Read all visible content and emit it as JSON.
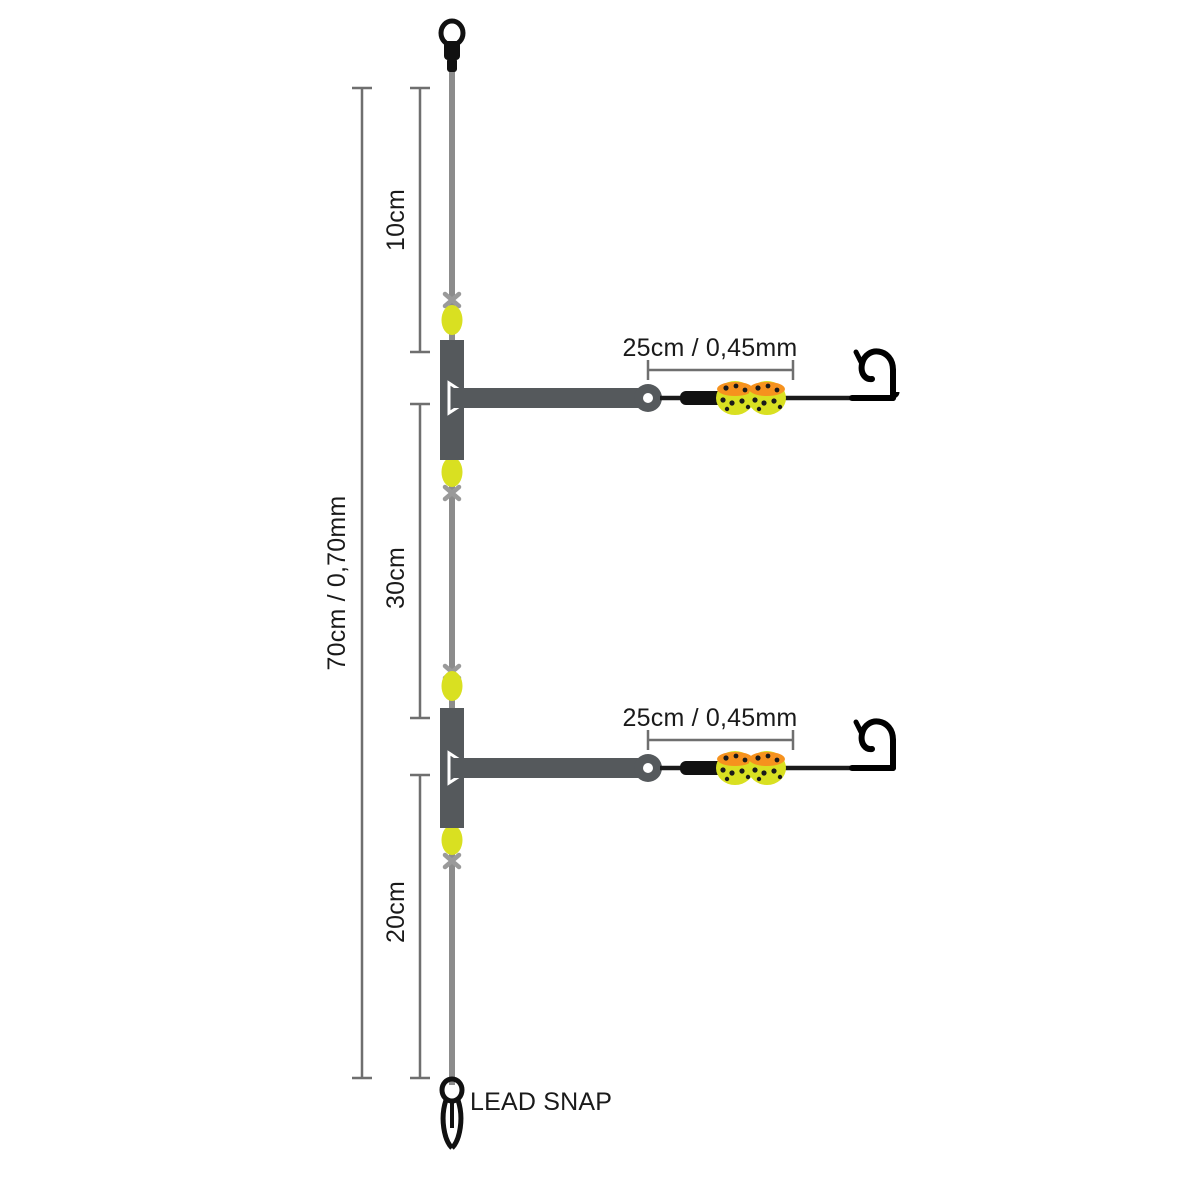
{
  "diagram": {
    "title": "fishing-rig-schematic",
    "colors": {
      "line": "#8c8c8c",
      "boom": "#55595c",
      "dark": "#1a1a1a",
      "bead_yellow": "#d9e021",
      "bead_orange": "#f6921e",
      "hook": "#000000",
      "text": "#1a1a1a"
    },
    "labels": {
      "total": "70cm / 0,70mm",
      "seg_top": "10cm",
      "seg_mid": "30cm",
      "seg_bottom": "20cm",
      "snood_upper": "25cm / 0,45mm",
      "snood_lower": "25cm / 0,45mm",
      "lead_snap": "LEAD SNAP"
    },
    "components": [
      {
        "name": "top-swivel",
        "type": "swivel"
      },
      {
        "name": "upper-boom",
        "type": "boom-arm"
      },
      {
        "name": "lower-boom",
        "type": "boom-arm"
      },
      {
        "name": "upper-hook",
        "type": "hook"
      },
      {
        "name": "lower-hook",
        "type": "hook"
      },
      {
        "name": "lead-snap",
        "type": "snap"
      }
    ],
    "beads": [
      {
        "name": "stop-bead-1",
        "color": "#d9e021"
      },
      {
        "name": "stop-bead-2",
        "color": "#d9e021"
      },
      {
        "name": "stop-bead-3",
        "color": "#d9e021"
      },
      {
        "name": "stop-bead-4",
        "color": "#d9e021"
      },
      {
        "name": "attractor-bead-upper-1",
        "color": "#d9e021"
      },
      {
        "name": "attractor-bead-upper-2",
        "color": "#f6921e"
      },
      {
        "name": "attractor-bead-lower-1",
        "color": "#d9e021"
      },
      {
        "name": "attractor-bead-lower-2",
        "color": "#f6921e"
      }
    ]
  }
}
